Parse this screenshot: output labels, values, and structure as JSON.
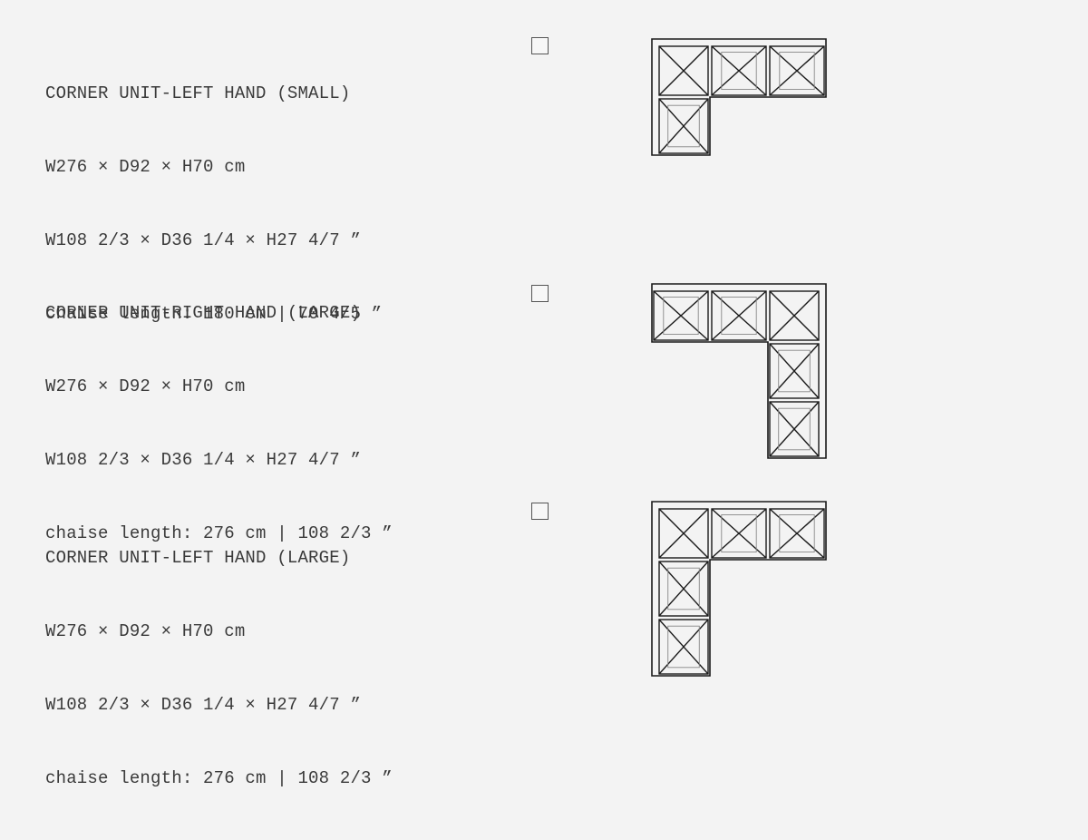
{
  "units": [
    {
      "name": "CORNER UNIT-LEFT HAND (SMALL)",
      "dims_cm": "W276 × D92 × H70 cm",
      "dims_in": "W108 2/3 × D36 1/4 × H27 4/7 ”",
      "chaise": "chaise length: 180 cm | 70 4/5 ”",
      "selected": false,
      "orientation": "left",
      "chaise_modules": 1
    },
    {
      "name": "CORNER UNIT-RIGHT HAND (LARGE)",
      "dims_cm": "W276 × D92 × H70 cm",
      "dims_in": "W108 2/3 × D36 1/4 × H27 4/7 ”",
      "chaise": "chaise length: 276 cm | 108 2/3 ”",
      "selected": false,
      "orientation": "right",
      "chaise_modules": 2
    },
    {
      "name": "CORNER UNIT-LEFT HAND (LARGE)",
      "dims_cm": "W276 × D92 × H70 cm",
      "dims_in": "W108 2/3 × D36 1/4 × H27 4/7 ”",
      "chaise": "chaise length: 276 cm | 108 2/3 ”",
      "selected": false,
      "orientation": "left",
      "chaise_modules": 2
    }
  ]
}
